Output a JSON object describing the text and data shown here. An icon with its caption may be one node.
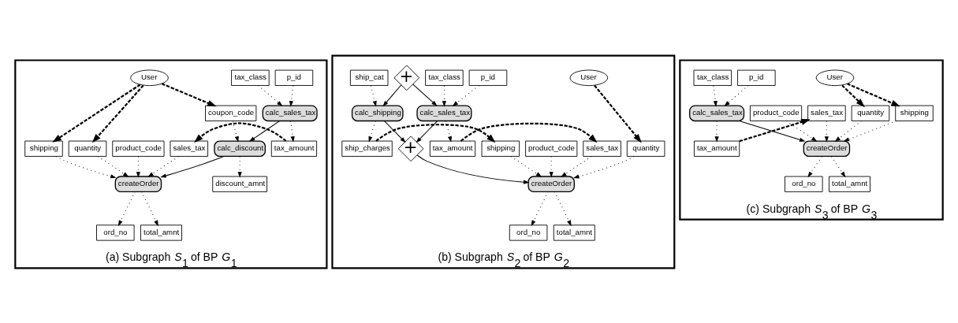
{
  "diagram": {
    "nodes": [
      {
        "text": [
          "(a) Subgraph *S*$_{1}$ of BP *G*$_{1}$"
        ]
      },
      {
        "text": [
          "p_id"
        ],
        "in": 0
      },
      {
        "text": [
          "tax_class"
        ],
        "in": 0
      },
      {
        "text": [
          "sales_tax"
        ],
        "in": 0
      },
      {
        "text": [
          "shipping"
        ],
        "in": 0
      },
      {
        "text": [
          "product_code"
        ],
        "in": 0
      },
      {
        "text": [
          "quantity"
        ],
        "in": 0
      },
      {
        "text": [
          "discount_amnt"
        ],
        "in": 0
      },
      {
        "text": [
          "calc_sales_tax"
        ],
        "in": 0
      },
      {
        "text": [
          "calc_discount"
        ],
        "in": 0
      },
      {
        "text": [
          "createOrder"
        ],
        "in": 0
      },
      {
        "text": [
          "tax_amount"
        ],
        "in": 0
      },
      {
        "text": [
          "coupon_code"
        ],
        "in": 0
      },
      {
        "text": [
          "ord_no"
        ],
        "in": 0
      },
      {
        "text": [
          "total_amnt"
        ],
        "in": 0
      },
      {
        "text": [
          "User"
        ],
        "in": 0
      },
      {
        "text": [
          "(b) Subgraph *S*$_{2}$ of BP *G*$_{2}$"
        ]
      },
      {
        "text": [
          "User"
        ],
        "in": 16
      },
      {
        "text": [
          "p_id"
        ],
        "in": 16
      },
      {
        "text": [
          "tax_class"
        ],
        "in": 16
      },
      {
        "text": [
          "sales_tax"
        ],
        "in": 16
      },
      {
        "text": [
          "product_code"
        ],
        "in": 16
      },
      {
        "text": [
          "quantity"
        ],
        "in": 16
      },
      {
        "text": [
          "shipping"
        ],
        "in": 16
      },
      {
        "text": [
          "+"
        ],
        "in": 16
      },
      {
        "text": [
          "calc_sales_tax"
        ],
        "in": 16
      },
      {
        "text": [
          "tax_amount"
        ],
        "in": 16
      },
      {
        "text": [
          "+"
        ],
        "in": 16
      },
      {
        "text": [
          "createOrder"
        ],
        "in": 16
      },
      {
        "text": [
          "calc_shipping"
        ],
        "in": 16
      },
      {
        "text": [
          "ship_cat"
        ],
        "in": 16
      },
      {
        "text": [
          "ship_charges"
        ],
        "in": 16
      },
      {
        "text": [
          "ord_no"
        ],
        "in": 16
      },
      {
        "text": [
          "total_amnt"
        ],
        "in": 16
      },
      {
        "text": [
          "(c) Subgraph *S*$_{3}$ of BP *G*$_{3}$"
        ]
      },
      {
        "text": [
          "User"
        ],
        "in": 34
      },
      {
        "text": [
          "sales_tax"
        ],
        "in": 34
      },
      {
        "text": [
          "product_code"
        ],
        "in": 34
      },
      {
        "text": [
          "quantity"
        ],
        "in": 34
      },
      {
        "text": [
          "shipping"
        ],
        "in": 34
      },
      {
        "text": [
          "p_id"
        ],
        "in": 34
      },
      {
        "text": [
          "tax_class"
        ],
        "in": 34
      },
      {
        "text": [
          "calc_sales_tax"
        ],
        "in": 34
      },
      {
        "text": [
          "createOrder"
        ],
        "in": 34
      },
      {
        "text": [
          "tax_amount"
        ],
        "in": 34
      },
      {
        "text": [
          "ord_no"
        ],
        "in": 34
      },
      {
        "text": [
          "total_amnt"
        ],
        "in": 34
      }
    ],
    "edges": [
      {
        "from": 1,
        "to": 8,
        "arrow": "to",
        "style": "dashed"
      },
      {
        "from": 2,
        "to": 8,
        "arrow": "to",
        "style": "dashed"
      },
      {
        "from": 8,
        "to": 11,
        "arrow": "to",
        "style": "dashed"
      },
      {
        "from": 8,
        "to": 9,
        "arrow": "to"
      },
      {
        "from": 9,
        "to": 10,
        "arrow": "to"
      },
      {
        "from": 9,
        "to": 7,
        "arrow": "to",
        "style": "dashed"
      },
      {
        "from": 12,
        "to": 9,
        "arrow": "to",
        "style": "dashed"
      },
      {
        "from": 3,
        "to": 10,
        "arrow": "to",
        "style": "dashed"
      },
      {
        "from": 4,
        "to": 10,
        "arrow": "to",
        "style": "dashed"
      },
      {
        "from": 5,
        "to": 10,
        "arrow": "to",
        "style": "dashed"
      },
      {
        "from": 6,
        "to": 10,
        "arrow": "to",
        "style": "dashed"
      },
      {
        "from": 10,
        "to": 13,
        "arrow": "to",
        "style": "dashed"
      },
      {
        "from": 10,
        "to": 14,
        "arrow": "to",
        "style": "dashed"
      },
      {
        "from": 11,
        "to": 3,
        "arrow": "to",
        "style": "dashed"
      },
      {
        "from": 15,
        "to": 4,
        "arrow": "to",
        "style": "dashed"
      },
      {
        "from": 15,
        "to": 6,
        "arrow": "to",
        "style": "dashed"
      },
      {
        "from": 15,
        "to": 12,
        "arrow": "to",
        "style": "dashed"
      },
      {
        "from": 18,
        "to": 25,
        "arrow": "to",
        "style": "dashed"
      },
      {
        "from": 19,
        "to": 25,
        "arrow": "to",
        "style": "dashed"
      },
      {
        "from": 24,
        "to": 25,
        "arrow": "to"
      },
      {
        "from": 24,
        "to": 29,
        "arrow": "to"
      },
      {
        "from": 25,
        "to": 27,
        "arrow": "to"
      },
      {
        "from": 29,
        "to": 27,
        "arrow": "to"
      },
      {
        "from": 27,
        "to": 28,
        "arrow": "to"
      },
      {
        "from": 25,
        "to": 26,
        "arrow": "to",
        "style": "dashed"
      },
      {
        "from": 26,
        "to": 20,
        "arrow": "to",
        "style": "dashed"
      },
      {
        "from": 17,
        "to": 22,
        "arrow": "to",
        "style": "dashed"
      },
      {
        "from": 20,
        "to": 28,
        "arrow": "to",
        "style": "dashed"
      },
      {
        "from": 21,
        "to": 28,
        "arrow": "to",
        "style": "dashed"
      },
      {
        "from": 22,
        "to": 28,
        "arrow": "to",
        "style": "dashed"
      },
      {
        "from": 23,
        "to": 28,
        "arrow": "to",
        "style": "dashed"
      },
      {
        "from": 28,
        "to": 32,
        "arrow": "to",
        "style": "dashed"
      },
      {
        "from": 28,
        "to": 33,
        "arrow": "to",
        "style": "dashed"
      },
      {
        "from": 30,
        "to": 29,
        "arrow": "to",
        "style": "dashed"
      },
      {
        "from": 29,
        "to": 31,
        "arrow": "to",
        "style": "dashed"
      },
      {
        "from": 31,
        "to": 23,
        "arrow": "to",
        "style": "dashed"
      },
      {
        "from": 35,
        "to": 38,
        "arrow": "to",
        "style": "dashed"
      },
      {
        "from": 35,
        "to": 39,
        "arrow": "to",
        "style": "dashed"
      },
      {
        "from": 40,
        "to": 42,
        "arrow": "to",
        "style": "dashed"
      },
      {
        "from": 41,
        "to": 42,
        "arrow": "to",
        "style": "dashed"
      },
      {
        "from": 42,
        "to": 43,
        "arrow": "to"
      },
      {
        "from": 42,
        "to": 44,
        "arrow": "to",
        "style": "dashed"
      },
      {
        "from": 44,
        "to": 36,
        "arrow": "to",
        "style": "dashed"
      },
      {
        "from": 36,
        "to": 43,
        "arrow": "to",
        "style": "dashed"
      },
      {
        "from": 37,
        "to": 43,
        "arrow": "to",
        "style": "dashed"
      },
      {
        "from": 38,
        "to": 43,
        "arrow": "to",
        "style": "dashed"
      },
      {
        "from": 39,
        "to": 43,
        "arrow": "to",
        "style": "dashed"
      },
      {
        "from": 43,
        "to": 45,
        "arrow": "to",
        "style": "dashed"
      },
      {
        "from": 43,
        "to": 46,
        "arrow": "to",
        "style": "dashed"
      }
    ]
  }
}
